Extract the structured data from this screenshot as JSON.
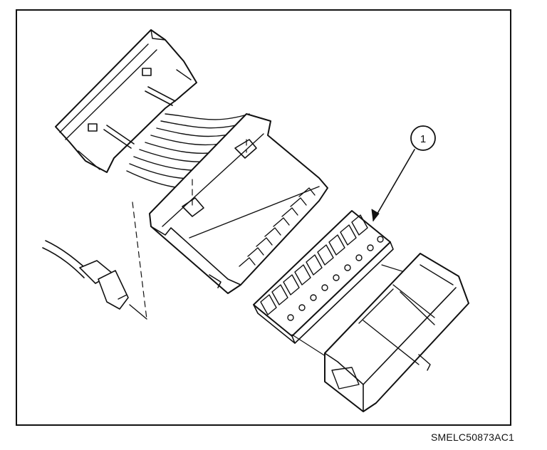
{
  "callouts": [
    {
      "number": "1",
      "refers_to": "terminal-strip"
    }
  ],
  "figure_id": "SMELC50873AC1"
}
